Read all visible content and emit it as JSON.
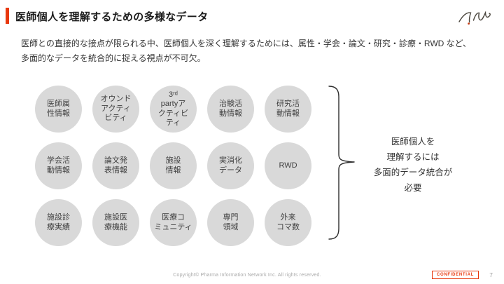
{
  "slide": {
    "title": "医師個人を理解するための多様なデータ",
    "body": "医師との直接的な接点が限られる中、医師個人を深く理解するためには、属性・学会・論文・研究・診療・RWD など、\n多面的なデータを統合的に捉える視点が不可欠。"
  },
  "grid": {
    "items": [
      {
        "label": "医師属\n性情報"
      },
      {
        "label": "オウンド\nアクティ\nビティ"
      },
      {
        "label": "3ʳᵈ\npartyア\nクティビ\nティ"
      },
      {
        "label": "治験活\n動情報"
      },
      {
        "label": "研究活\n動情報"
      },
      {
        "label": "学会活\n動情報"
      },
      {
        "label": "論文発\n表情報"
      },
      {
        "label": "施設\n情報"
      },
      {
        "label": "実消化\nデータ"
      },
      {
        "label": "RWD"
      },
      {
        "label": "施設診\n療実績"
      },
      {
        "label": "施設医\n療機能"
      },
      {
        "label": "医療コ\nミュニティ"
      },
      {
        "label": "専門\n領域"
      },
      {
        "label": "外来\nコマ数"
      }
    ]
  },
  "callout": {
    "text": "医師個人を\n理解するには\n多面的データ統合が\n必要"
  },
  "footer": {
    "copyright": "Copyright© Pharma Information Network Inc. All rights reserved.",
    "confidential": "CONFIDENTIAL",
    "page": "7"
  },
  "colors": {
    "accent_red": "#E8380D",
    "circle_fill": "#D9D9D9",
    "title_text": "#1C1C1C",
    "body_text": "#333333",
    "footer_gray": "#A9A9A9"
  },
  "icons": {
    "logo": "pin-signature-logo",
    "brace": "right-curly-brace"
  }
}
